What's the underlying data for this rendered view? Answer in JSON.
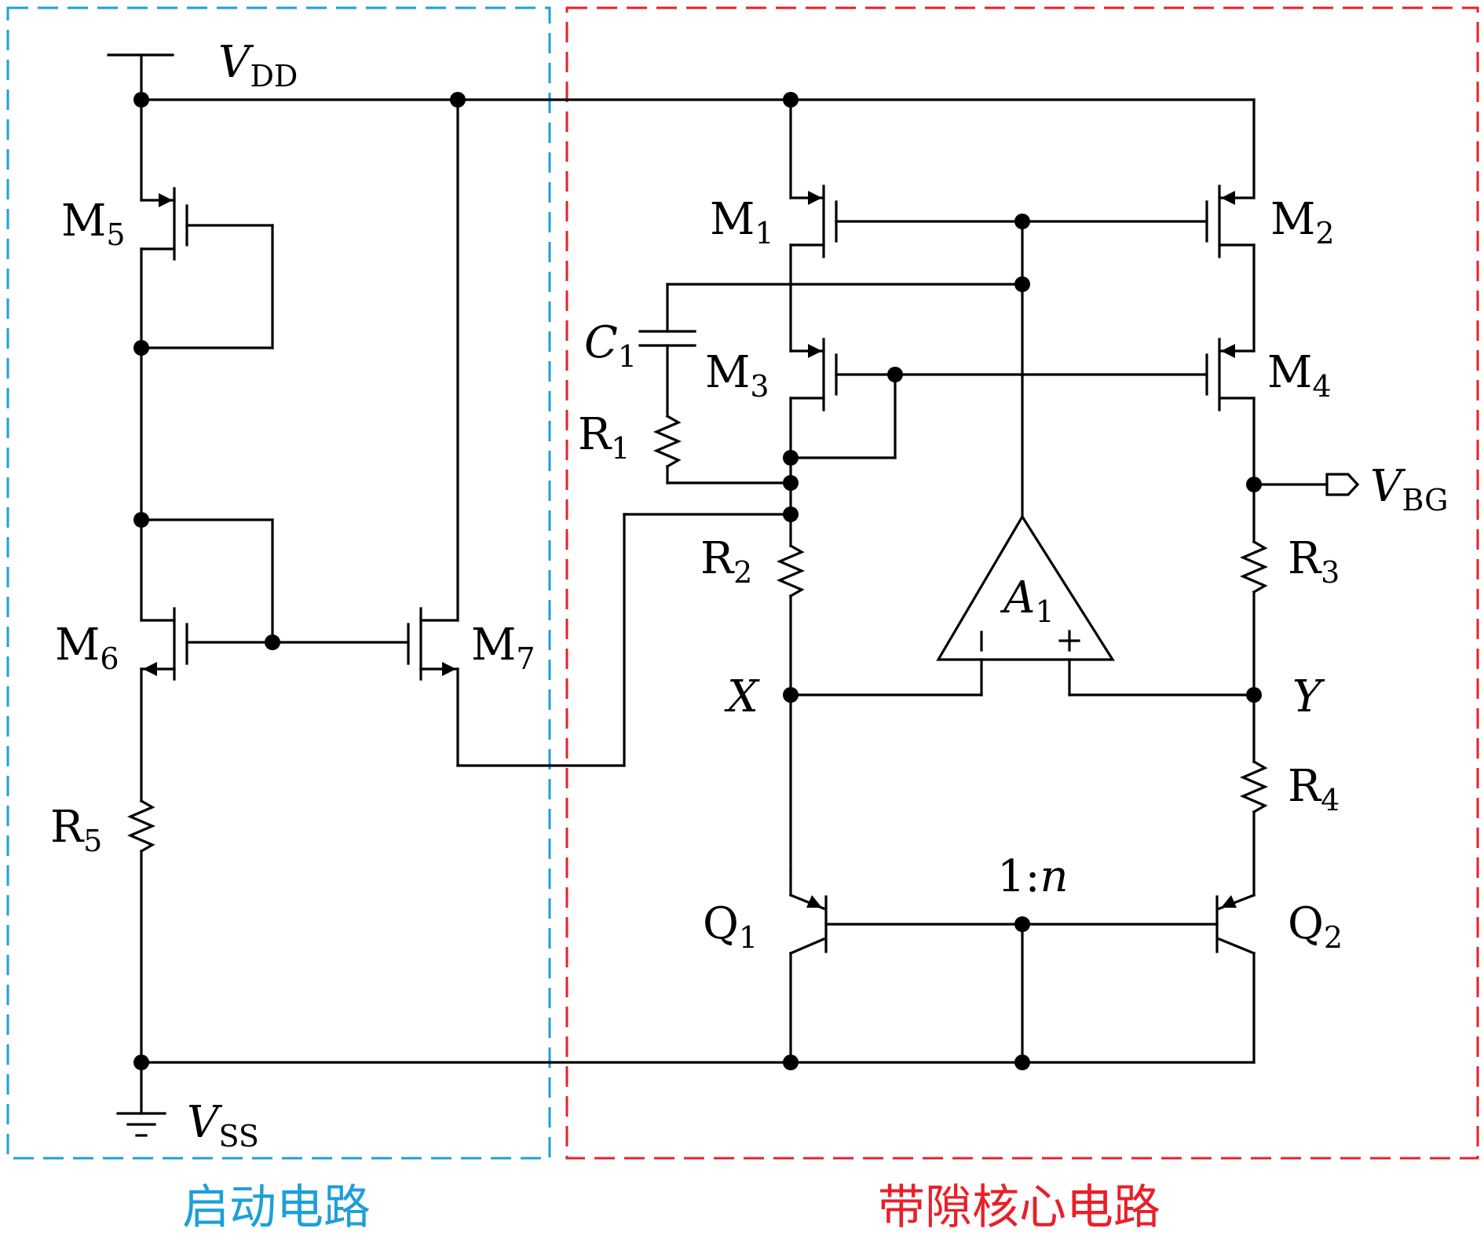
{
  "colors": {
    "wire": "#000000",
    "startup_box": "#1E9FD9",
    "core_box": "#E8202A"
  },
  "regions": {
    "startup": "启动电路",
    "core": "带隙核心电路"
  },
  "rails": {
    "vdd": {
      "main": "V",
      "sub": "DD"
    },
    "vss": {
      "main": "V",
      "sub": "SS"
    }
  },
  "output": {
    "main": "V",
    "sub": "BG"
  },
  "transistors": {
    "m1": {
      "main": "M",
      "sub": "1"
    },
    "m2": {
      "main": "M",
      "sub": "2"
    },
    "m3": {
      "main": "M",
      "sub": "3"
    },
    "m4": {
      "main": "M",
      "sub": "4"
    },
    "m5": {
      "main": "M",
      "sub": "5"
    },
    "m6": {
      "main": "M",
      "sub": "6"
    },
    "m7": {
      "main": "M",
      "sub": "7"
    },
    "q1": {
      "main": "Q",
      "sub": "1"
    },
    "q2": {
      "main": "Q",
      "sub": "2"
    }
  },
  "passives": {
    "c1": {
      "main": "C",
      "sub": "1"
    },
    "r1": {
      "main": "R",
      "sub": "1"
    },
    "r2": {
      "main": "R",
      "sub": "2"
    },
    "r3": {
      "main": "R",
      "sub": "3"
    },
    "r4": {
      "main": "R",
      "sub": "4"
    },
    "r5": {
      "main": "R",
      "sub": "5"
    }
  },
  "amplifier": {
    "name": {
      "main": "A",
      "sub": "1"
    },
    "minus": "−",
    "plus": "+"
  },
  "nodes": {
    "x": "X",
    "y": "Y"
  },
  "ratio": {
    "prefix": "1:",
    "n": "n"
  }
}
